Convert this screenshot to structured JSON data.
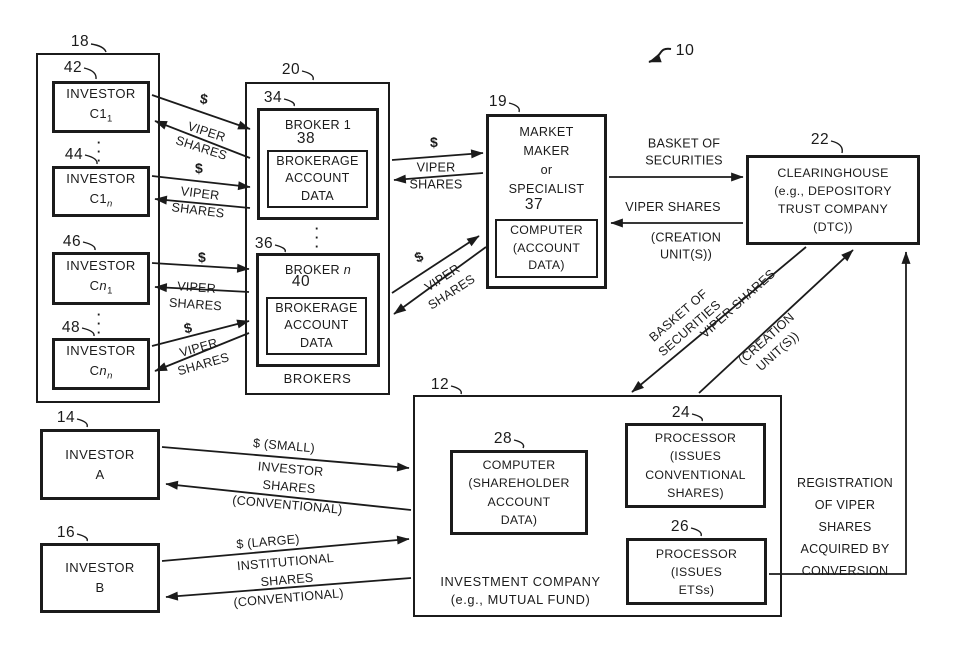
{
  "figure": {
    "ref": "10"
  },
  "groups": {
    "investors_c": {
      "ref": "18"
    },
    "brokers": {
      "ref": "20",
      "caption": "BROKERS"
    },
    "investment_company": {
      "ref": "12",
      "caption": "INVESTMENT COMPANY\n(e.g., MUTUAL FUND)"
    }
  },
  "boxes": {
    "investor_c1_1": {
      "ref": "42",
      "line1": "INVESTOR",
      "base": "C1",
      "sub": "1"
    },
    "investor_c1_n": {
      "ref": "44",
      "line1": "INVESTOR",
      "base": "C1",
      "sub": "n"
    },
    "investor_cn_1": {
      "ref": "46",
      "line1": "INVESTOR",
      "base": "C",
      "var": "n",
      "sub": "1"
    },
    "investor_cn_n": {
      "ref": "48",
      "line1": "INVESTOR",
      "base": "C",
      "var": "n",
      "sub": "n"
    },
    "broker_1": {
      "ref": "34",
      "title": "BROKER 1",
      "data_ref": "38",
      "data_text": "BROKERAGE\nACCOUNT\nDATA"
    },
    "broker_n": {
      "ref": "36",
      "title": "BROKER",
      "title_var": "n",
      "data_ref": "40",
      "data_text": "BROKERAGE\nACCOUNT\nDATA"
    },
    "market_maker": {
      "ref": "19",
      "text": "MARKET\nMAKER\nor\nSPECIALIST",
      "computer_ref": "37",
      "computer_text": "COMPUTER\n(ACCOUNT\nDATA)"
    },
    "clearinghouse": {
      "ref": "22",
      "text": "CLEARINGHOUSE\n(e.g., DEPOSITORY\nTRUST COMPANY\n(DTC))"
    },
    "shareholder_computer": {
      "ref": "28",
      "text": "COMPUTER\n(SHAREHOLDER\nACCOUNT\nDATA)"
    },
    "processor_conventional": {
      "ref": "24",
      "text": "PROCESSOR\n(ISSUES\nCONVENTIONAL\nSHARES)"
    },
    "processor_ets": {
      "ref": "26",
      "text": "PROCESSOR\n(ISSUES\nETSs)"
    },
    "investor_a": {
      "ref": "14",
      "text": "INVESTOR\nA"
    },
    "investor_b": {
      "ref": "16",
      "text": "INVESTOR\nB"
    }
  },
  "flows": {
    "dollar": "$",
    "viper_shares": "VIPER\nSHARES",
    "viper_shares_line": "VIPER  SHARES",
    "basket_of_securities": "BASKET OF\nSECURITIES",
    "creation_units": "(CREATION\nUNIT(S))",
    "dollar_small": "$  (SMALL)",
    "investor_shares_conventional": "INVESTOR\nSHARES\n(CONVENTIONAL)",
    "dollar_large": "$  (LARGE)",
    "institutional_shares_conventional": "INSTITUTIONAL\nSHARES\n(CONVENTIONAL)",
    "registration": "REGISTRATION\nOF VIPER\nSHARES\nACQUIRED BY\nCONVERSION",
    "dots": "·\n·\n·"
  }
}
